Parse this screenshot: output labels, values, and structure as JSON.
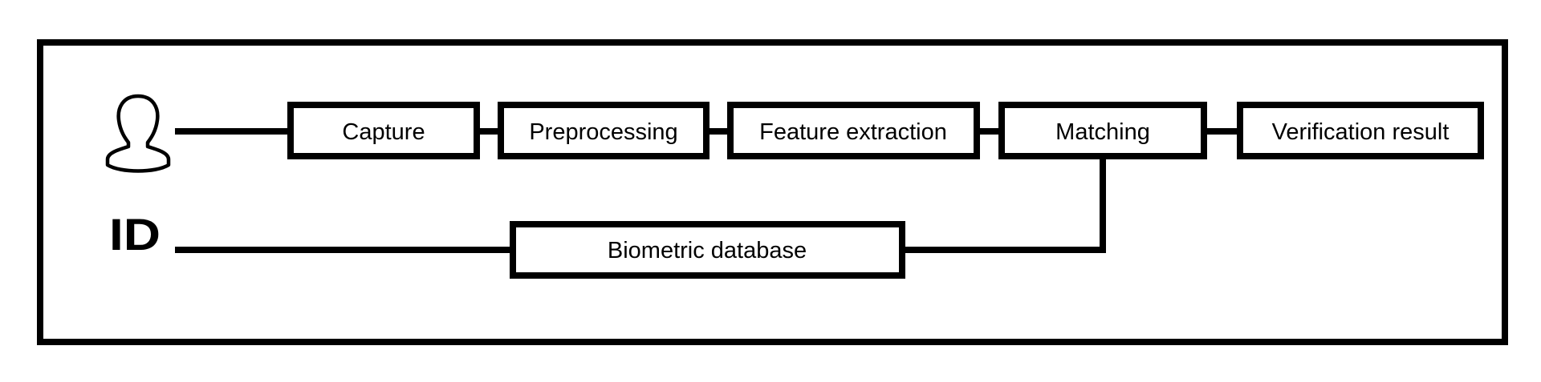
{
  "diagram": {
    "id_label": "ID",
    "icons": {
      "user": "user-icon"
    },
    "stages": {
      "capture": "Capture",
      "preprocessing": "Preprocessing",
      "feature_extraction": "Feature extraction",
      "matching": "Matching",
      "verification_result": "Verification result"
    },
    "database": "Biometric database"
  },
  "colors": {
    "stroke": "#000000",
    "background": "#ffffff"
  }
}
